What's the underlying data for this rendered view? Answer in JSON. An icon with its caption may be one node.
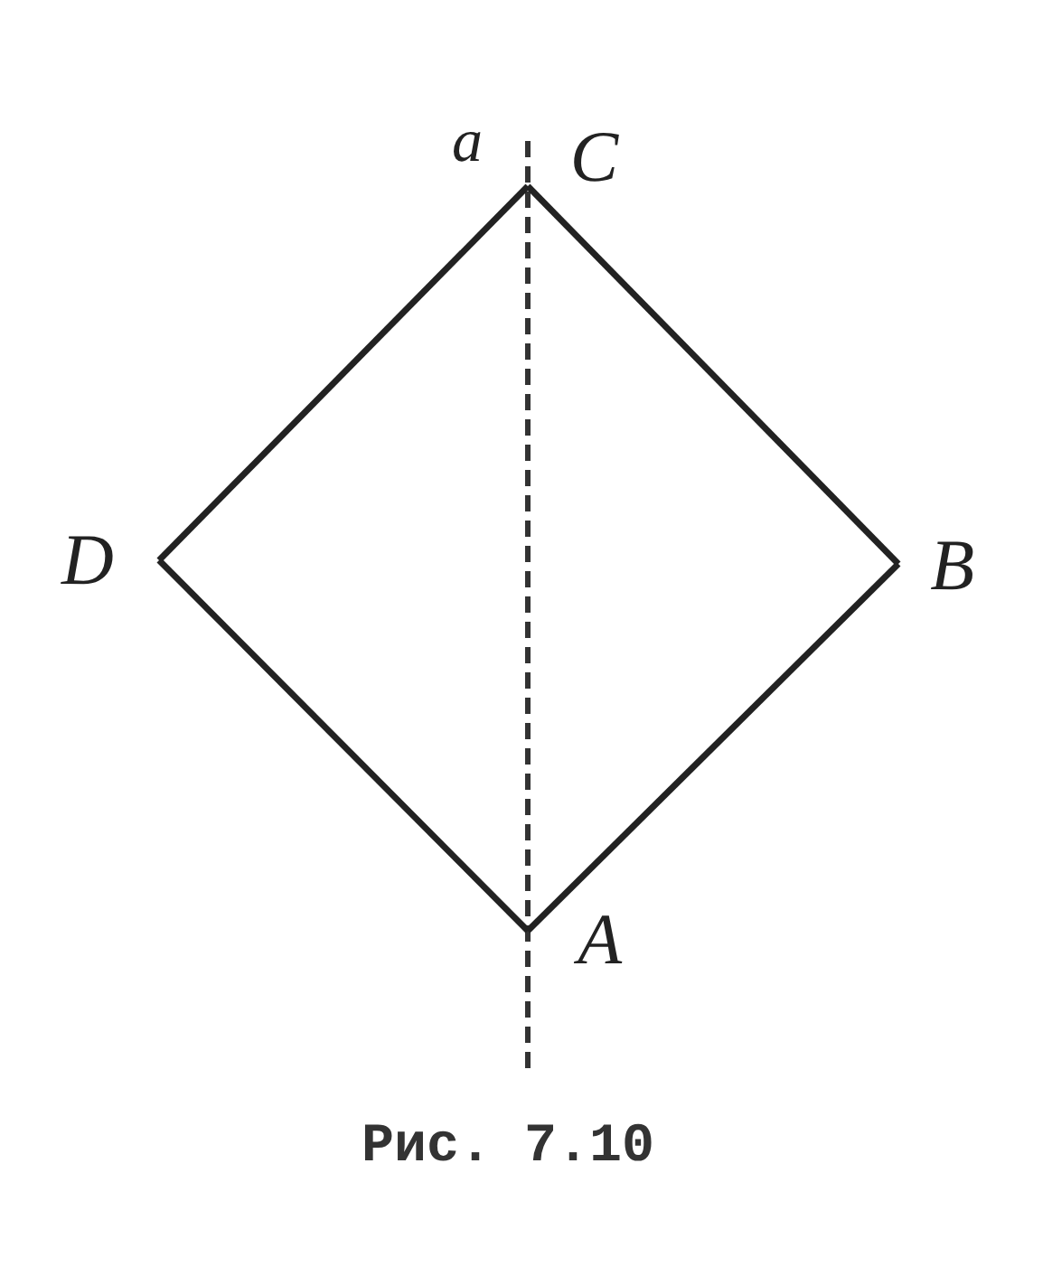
{
  "diagram": {
    "caption": "Рис. 7.10",
    "nodes": [
      {
        "text": [
          "A"
        ]
      },
      {
        "text": [
          "B"
        ]
      },
      {
        "text": [
          "C"
        ]
      },
      {
        "text": [
          "D"
        ]
      }
    ],
    "edges": [
      {
        "from": 2,
        "to": 1,
        "arrow": "none"
      },
      {
        "from": 1,
        "to": 0,
        "arrow": "none"
      },
      {
        "from": 0,
        "to": 3,
        "arrow": "none"
      },
      {
        "from": 3,
        "to": 2,
        "arrow": "none"
      }
    ],
    "labels": [
      "a"
    ]
  }
}
